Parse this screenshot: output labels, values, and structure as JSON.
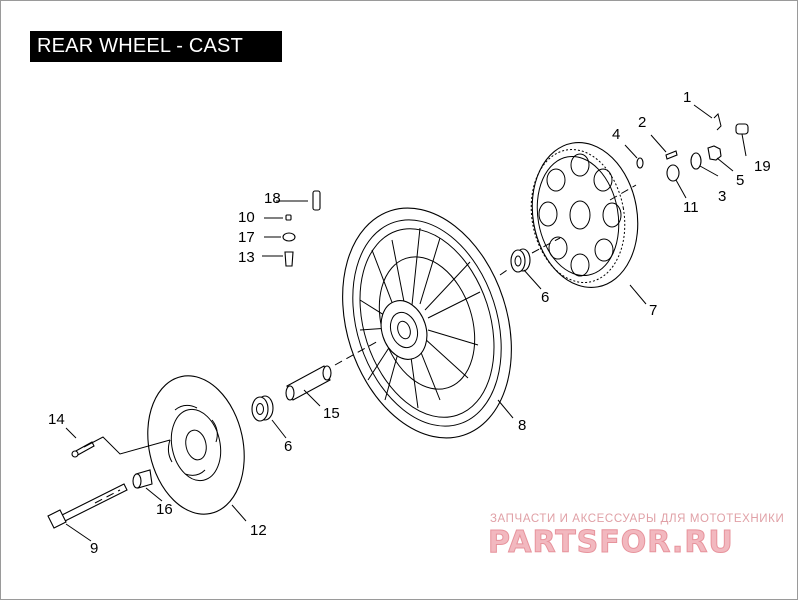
{
  "title": "REAR WHEEL - CAST",
  "callouts": {
    "c1": "1",
    "c2": "2",
    "c3": "3",
    "c4": "4",
    "c5": "5",
    "c6a": "6",
    "c6b": "6",
    "c7": "7",
    "c8": "8",
    "c9": "9",
    "c10": "10",
    "c11": "11",
    "c12": "12",
    "c13": "13",
    "c14": "14",
    "c15": "15",
    "c16": "16",
    "c17": "17",
    "c18": "18",
    "c19": "19"
  },
  "watermark": {
    "tagline": "ЗАПЧАСТИ И АКСЕССУАРЫ ДЛЯ МОТОТЕХНИКИ",
    "brand": "PARTSFOR.RU"
  }
}
